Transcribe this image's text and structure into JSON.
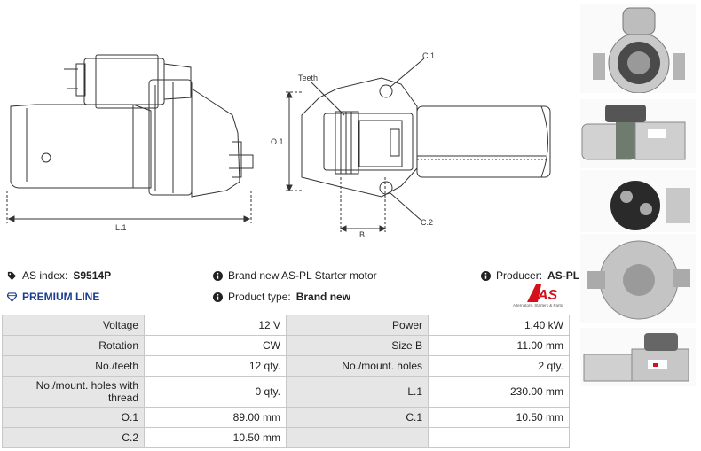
{
  "drawing": {
    "labels": {
      "l1": "L.1",
      "teeth": "Teeth",
      "c1": "C.1",
      "c2": "C.2",
      "o1": "O.1",
      "b": "B"
    }
  },
  "info": {
    "as_index_label": "AS index:",
    "as_index_value": "S9514P",
    "premium_line": "PREMIUM LINE",
    "description": "Brand new AS-PL Starter motor",
    "product_type_label": "Product type:",
    "product_type_value": "Brand new",
    "producer_label": "Producer:",
    "producer_value": "AS-PL"
  },
  "logo": {
    "text": "AS",
    "tagline": "Alternators, Starters & Parts"
  },
  "specs": [
    [
      "Voltage",
      "12 V",
      "Power",
      "1.40 kW"
    ],
    [
      "Rotation",
      "CW",
      "Size B",
      "11.00 mm"
    ],
    [
      "No./teeth",
      "12 qty.",
      "No./mount. holes",
      "2 qty."
    ],
    [
      "No./mount. holes with thread",
      "0 qty.",
      "L.1",
      "230.00 mm"
    ],
    [
      "O.1",
      "89.00 mm",
      "C.1",
      "10.50 mm"
    ],
    [
      "C.2",
      "10.50 mm",
      "",
      ""
    ]
  ],
  "colors": {
    "accent": "#d4101b",
    "premium": "#1b3d8f",
    "label_bg": "#e6e6e6"
  }
}
